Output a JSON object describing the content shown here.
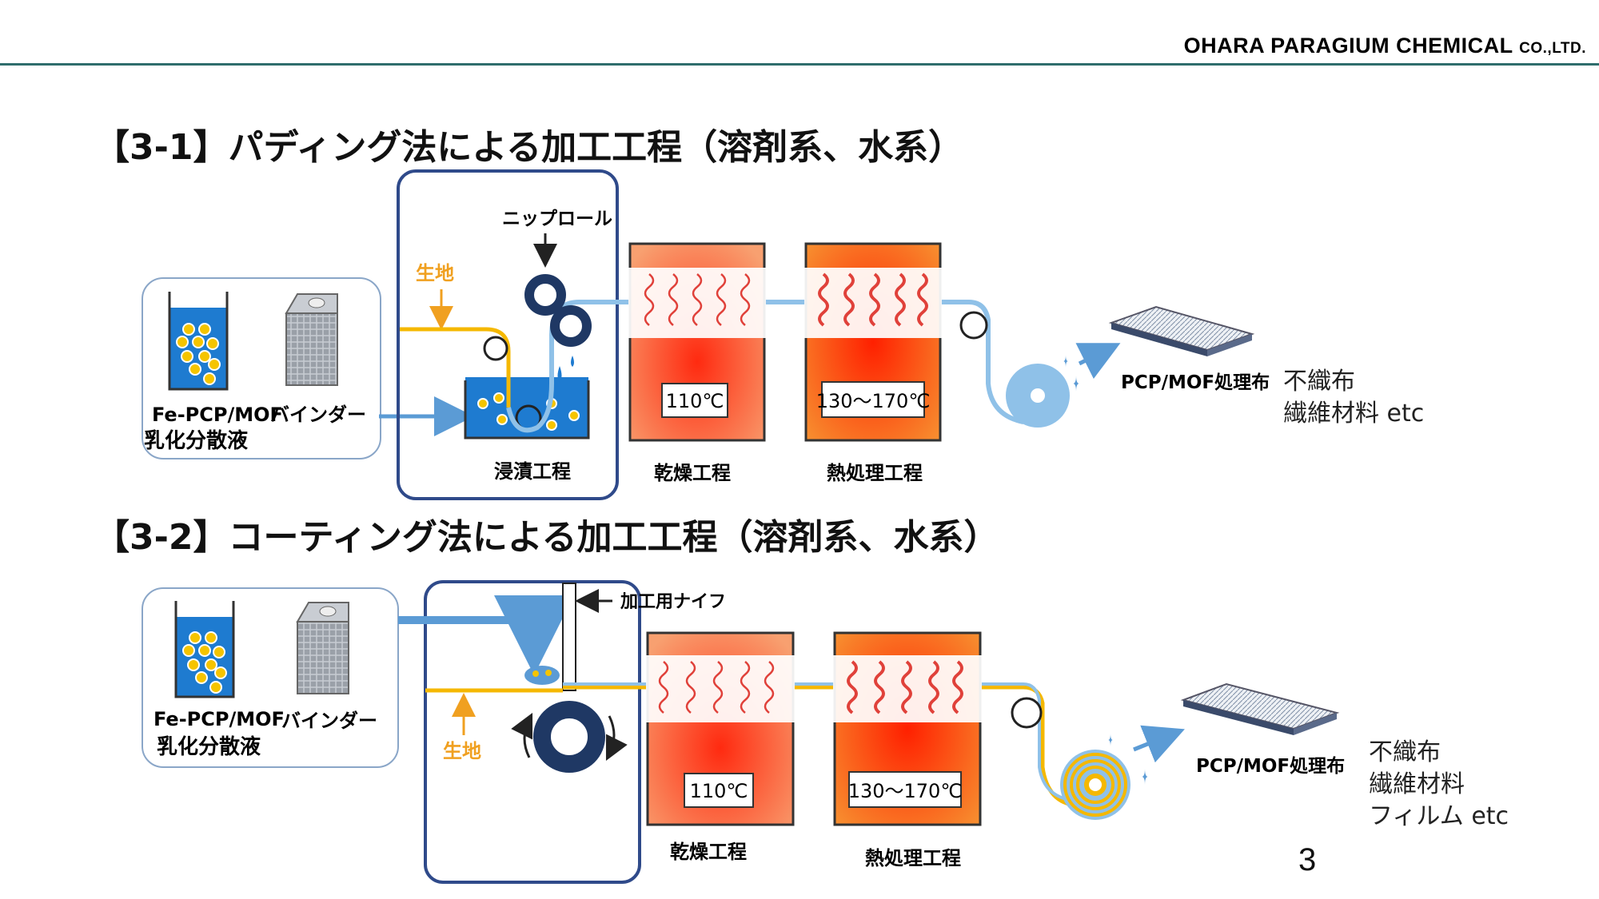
{
  "header": {
    "company": "OHARA PARAGIUM CHEMICAL",
    "company_suffix": "CO.,LTD."
  },
  "sections": [
    {
      "title": "【3-1】パディング法による加工工程（溶剤系、水系）",
      "material_label": "生地",
      "nip_roll_label": "ニップロール",
      "dispersion_label_1": "Fe-PCP/MOF",
      "dispersion_label_2": "乳化分散液",
      "binder_label": "バインダー",
      "dip_label": "浸漬工程",
      "dry_temp": "110℃",
      "dry_label": "乾燥工程",
      "heat_temp": "130～170℃",
      "heat_label": "熱処理工程",
      "product_label": "PCP/MOF処理布",
      "applications": [
        "不織布",
        "繊維材料 etc"
      ]
    },
    {
      "title": "【3-2】コーティング法による加工工程（溶剤系、水系）",
      "knife_label": "加工用ナイフ",
      "material_label": "生地",
      "dispersion_label_1": "Fe-PCP/MOF",
      "dispersion_label_2": "乳化分散液",
      "binder_label": "バインダー",
      "dry_temp": "110℃",
      "dry_label": "乾燥工程",
      "heat_temp": "130～170℃",
      "heat_label": "熱処理工程",
      "product_label": "PCP/MOF処理布",
      "applications": [
        "不織布",
        "繊維材料",
        "フィルム etc"
      ]
    }
  ],
  "page_number": "3",
  "colors": {
    "fabric": "#f5b800",
    "treated": "#8fc1e8",
    "frame": "#2f4a8a",
    "roll": "#1f3864",
    "liquid": "#1e7bd0",
    "arrow": "#5b9bd5",
    "wave": "#e0413a"
  }
}
